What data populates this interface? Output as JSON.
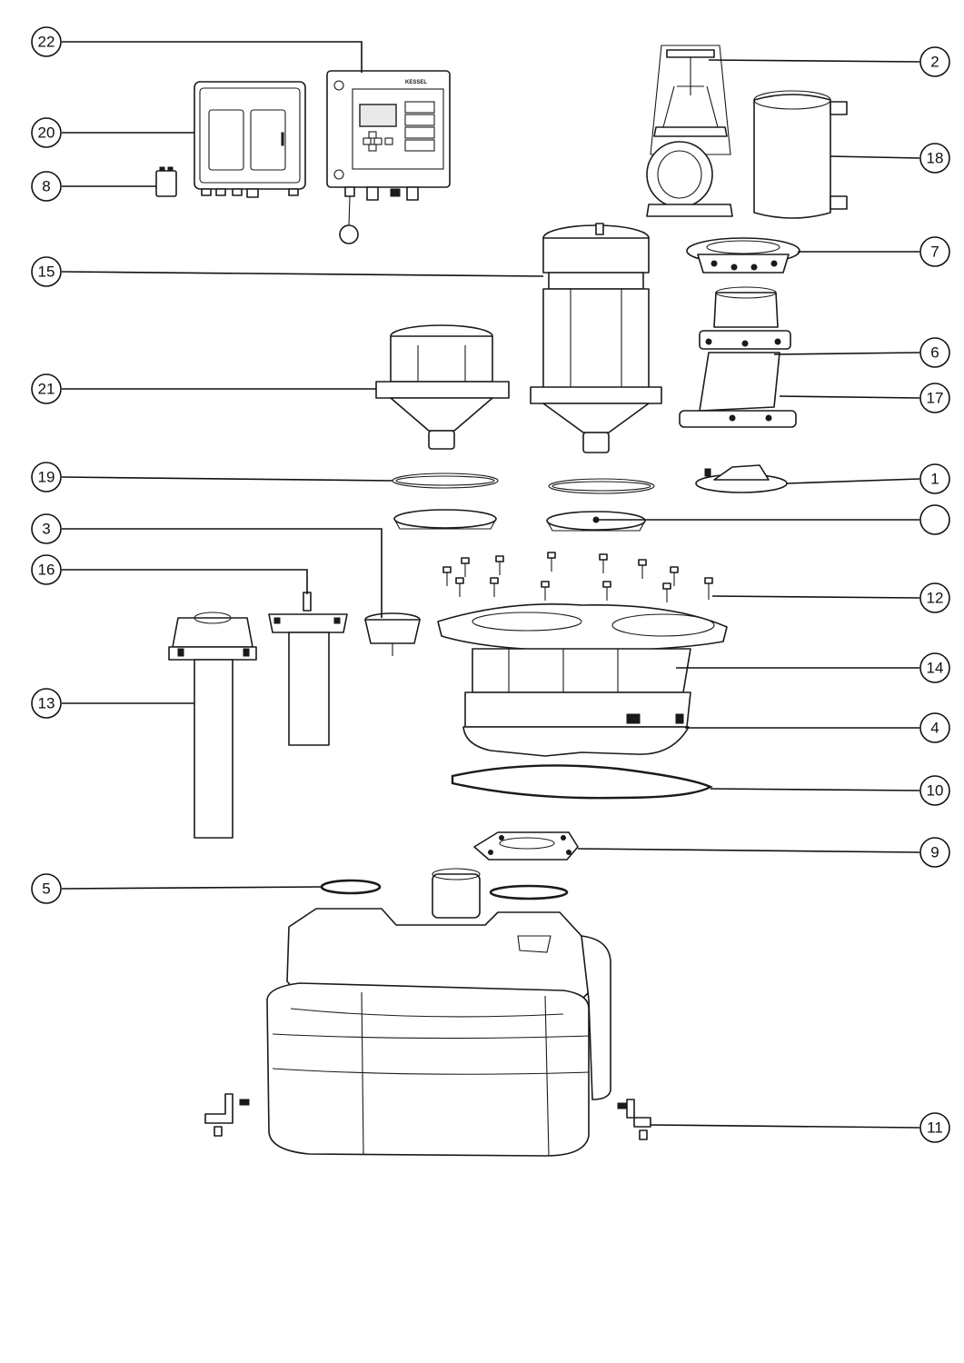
{
  "callouts": [
    {
      "id": "c22",
      "label": "22"
    },
    {
      "id": "c20",
      "label": "20"
    },
    {
      "id": "c8",
      "label": "8"
    },
    {
      "id": "c15",
      "label": "15"
    },
    {
      "id": "c21",
      "label": "21"
    },
    {
      "id": "c19",
      "label": "19"
    },
    {
      "id": "c3",
      "label": "3"
    },
    {
      "id": "c16",
      "label": "16"
    },
    {
      "id": "c13",
      "label": "13"
    },
    {
      "id": "c5",
      "label": "5"
    },
    {
      "id": "c2",
      "label": "2"
    },
    {
      "id": "c18",
      "label": "18"
    },
    {
      "id": "c7",
      "label": "7"
    },
    {
      "id": "c6",
      "label": "6"
    },
    {
      "id": "c17",
      "label": "17"
    },
    {
      "id": "c1",
      "label": "1"
    },
    {
      "id": "cblank",
      "label": ""
    },
    {
      "id": "c12",
      "label": "12"
    },
    {
      "id": "c14",
      "label": "14"
    },
    {
      "id": "c4",
      "label": "4"
    },
    {
      "id": "c10",
      "label": "10"
    },
    {
      "id": "c9",
      "label": "9"
    },
    {
      "id": "c11",
      "label": "11"
    }
  ],
  "controller": {
    "brand": "KESSEL"
  }
}
